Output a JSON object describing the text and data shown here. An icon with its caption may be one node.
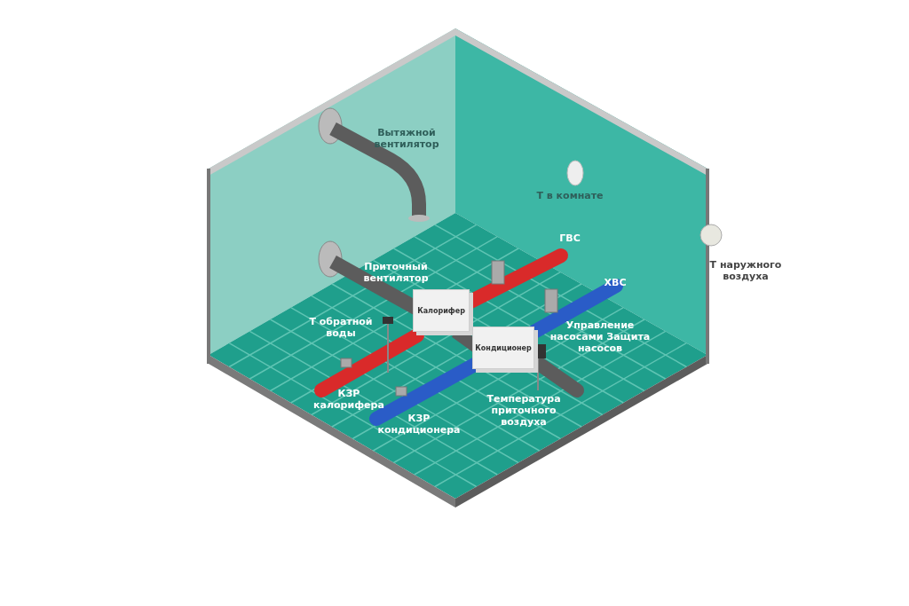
{
  "diagram": {
    "nodes": [
      {
        "text": [
          "Калорифер"
        ]
      },
      {
        "text": [
          "Кондиционер"
        ]
      }
    ],
    "edges": [
      {
        "from": 0,
        "to": 1,
        "arrow": "none"
      }
    ],
    "labels": [
      "Вытяжной вентилятор",
      "Т в комнате",
      "ГВС",
      "Приточный вентилятор",
      "ХВС",
      "Т наружного воздуха",
      "Т обратной воды",
      "Управление насосами Защита насосов",
      "КЗР калорифера",
      "Температура приточного воздуха",
      "КЗР кондиционера"
    ]
  }
}
